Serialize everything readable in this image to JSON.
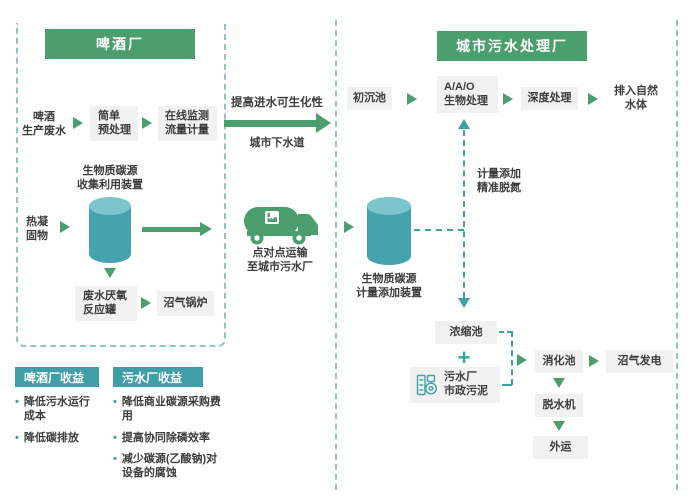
{
  "brewery": {
    "title": "啤酒厂",
    "wastewater": "啤酒\n生产废水",
    "pretreatment": "简单\n预处理",
    "monitoring": "在线监测\n流量计量",
    "carbon_collect_device": "生物质碳源\n收集利用装置",
    "thermal_solids": "热凝\n固物",
    "anaerobic_tank": "废水厌氧\n反应罐",
    "biogas_boiler": "沼气锅炉"
  },
  "transfer": {
    "improve_label": "提高进水可生化性",
    "sewer_label": "城市下水道",
    "truck_label": "点对点运输\n至城市污水厂"
  },
  "wwtp": {
    "title": "城市污水处理厂",
    "primary_tank": "初沉池",
    "aao_treatment": "A/A/O\n生物处理",
    "advanced_treatment": "深度处理",
    "discharge": "排入自然\n水体",
    "dosing_note": "计量添加\n精准脱氮",
    "dosing_device": "生物质碳源\n计量添加装置",
    "thickener": "浓缩池",
    "plus_sign": "+",
    "municipal_sludge": "污水厂\n市政污泥",
    "digester": "消化池",
    "biogas_power": "沼气发电",
    "dewatering": "脱水机",
    "outbound": "外运"
  },
  "benefits": {
    "brewery_title": "啤酒厂收益",
    "brewery_items": [
      "降低污水运行成本",
      "降低碳排放"
    ],
    "wwtp_title": "污水厂收益",
    "wwtp_items": [
      "降低商业碳源采购费用",
      "提高协同除磷效率",
      "减少碳源(乙酸钠)对设备的腐蚀"
    ]
  },
  "colors": {
    "green": "#4b9e6e",
    "teal": "#3f9ea8",
    "box_gray": "#f1f1f1",
    "dash": "#8fc6c3",
    "text": "#3d3d3d"
  }
}
